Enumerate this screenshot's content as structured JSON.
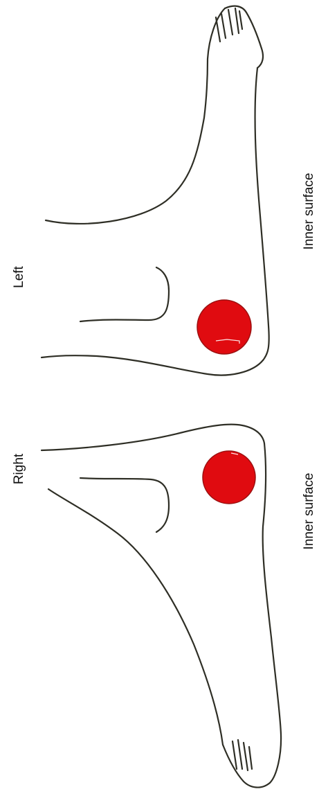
{
  "labels": {
    "left": "Left",
    "left_surface": "Inner surface",
    "right": "Right",
    "right_surface": "Inner surface"
  },
  "colors": {
    "outline": "#2e2e25",
    "marker_fill": "#e00b10",
    "marker_stroke": "#9a1010",
    "background": "#ffffff"
  },
  "icons": {
    "left_foot": "foot-outline-icon",
    "right_foot": "foot-outline-icon",
    "left_marker": "red-dot-marker-icon",
    "right_marker": "red-dot-marker-icon"
  }
}
